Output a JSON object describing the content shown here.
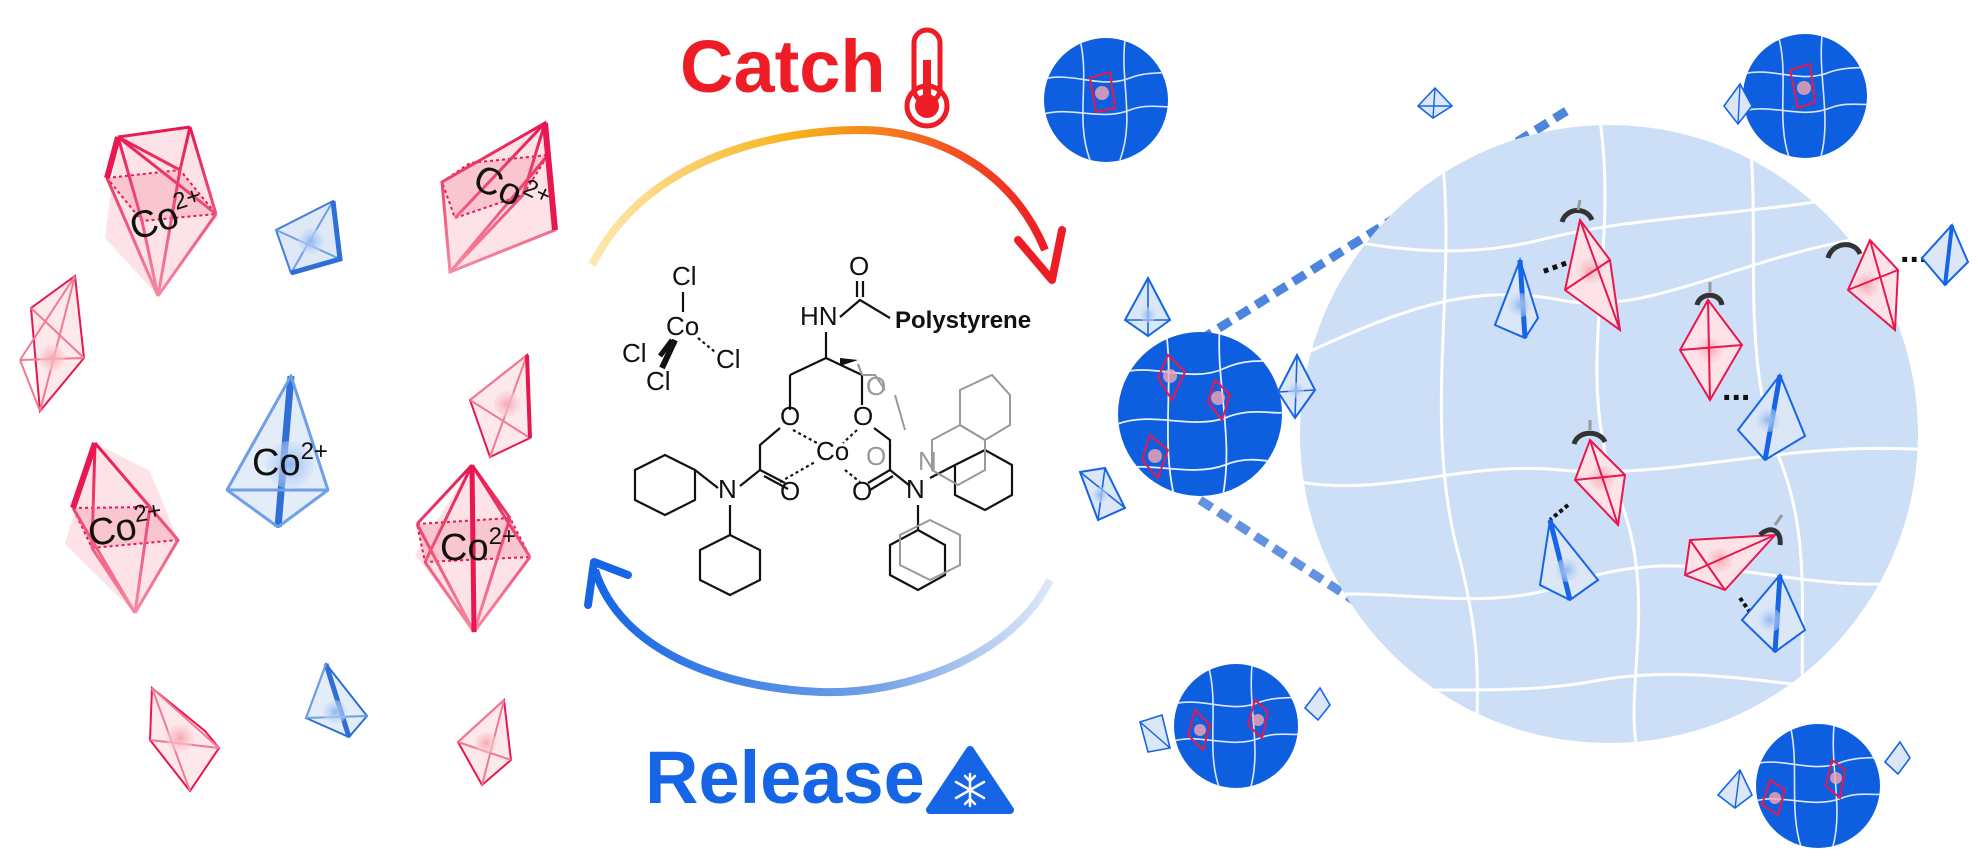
{
  "labels": {
    "catch": "Catch",
    "release": "Release",
    "cobalt_ion_base": "Co",
    "cobalt_ion_charge": "2+",
    "polystyrene": "Polystyrene",
    "cobalt_center": "Co",
    "chlorine": "Cl",
    "amide_nh": "HN",
    "oxygen": "O",
    "nitrogen": "N",
    "ellipsis": "..."
  },
  "icons": {
    "catch": "thermometer-icon",
    "release": "snowflake-warning-icon"
  },
  "colors": {
    "catch_red": "#ee1c25",
    "release_blue": "#1565e6",
    "bead_blue": "#0d5fe0",
    "zoom_bg": "#cddff7",
    "octahedron_red": "#e8174f",
    "tetrahedron_blue": "#2f6fd6"
  }
}
